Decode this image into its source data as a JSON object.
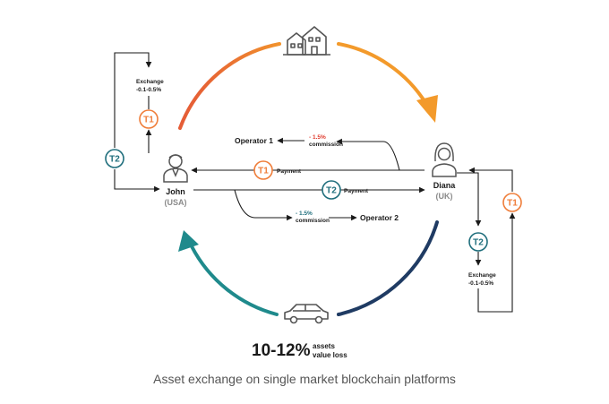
{
  "colors": {
    "top_arc_start": "#e0463a",
    "top_arc_end": "#f39a2b",
    "bottom_arc_start": "#1f8a8c",
    "bottom_arc_end": "#1f3b63",
    "token_t1": "#ef7d39",
    "token_t2": "#1f6e7c",
    "red_text": "#e03b2e",
    "teal_text": "#1f6e7c",
    "line": "#1a1a1a",
    "caption": "#555555"
  },
  "icons": {
    "top": "house-icon",
    "bottom": "car-icon",
    "left_person": "man-icon",
    "right_person": "woman-icon"
  },
  "john": {
    "name": "John",
    "country": "(USA)"
  },
  "diana": {
    "name": "Diana",
    "country": "(UK)"
  },
  "tokens": {
    "t1": "T1",
    "t2": "T2"
  },
  "flows": {
    "payment_top": "Payment",
    "payment_bottom": "Payment",
    "operator1": "Operator 1",
    "operator2": "Operator 2",
    "commission_top_pct": "- 1.5%",
    "commission_top_word": "commission",
    "commission_bottom_pct": "- 1.5%",
    "commission_bottom_word": "commission"
  },
  "exchange_left": {
    "line1": "Exchange",
    "line2": "-0.1-0.5%"
  },
  "exchange_right": {
    "line1": "Exchange",
    "line2": "-0.1-0.5%"
  },
  "loss": {
    "value": "10-12%",
    "line1": "assets",
    "line2": "value loss"
  },
  "caption": "Asset exchange on single market blockchain platforms"
}
